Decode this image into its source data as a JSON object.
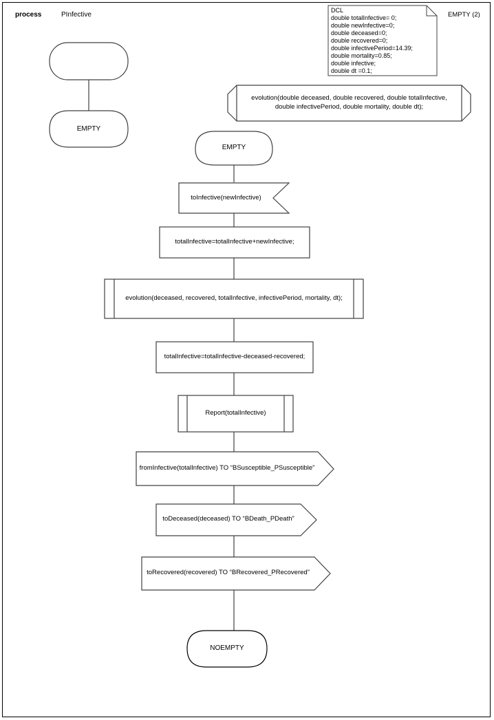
{
  "header": {
    "keyword": "process",
    "process_name": "PInfective"
  },
  "dcl": {
    "title": "DCL",
    "lines": [
      "double totalInfective= 0;",
      "double newInfective=0;",
      "double deceased=0;",
      "double recovered=0;",
      "double infectivePeriod=14.39;",
      "double mortality=0.85;",
      "double infective;",
      "double dt =0.1;"
    ]
  },
  "page_ref": {
    "label": "EMPTY (2)"
  },
  "procedure_decl": {
    "line1": "evolution(double deceased, double recovered, double totalInfective,",
    "line2": "double infectivePeriod, double mortality, double dt);"
  },
  "left_branch": {
    "start_label": "",
    "state_label": "EMPTY"
  },
  "flow": {
    "state_empty": "EMPTY",
    "input_signal": "toInfective(newInfective)",
    "task_1": "totalInfective=totalInfective+newInfective;",
    "procedure_call_1": "evolution(deceased, recovered, totalInfective, infectivePeriod, mortality, dt);",
    "task_2": "totalInfective=totalInfective-deceased-recovered;",
    "procedure_call_2": "Report(totalInfective)",
    "output_1": "fromInfective(totalInfective) TO “BSusceptible_PSusceptible”",
    "output_2": "toDeceased(deceased) TO “BDeath_PDeath”",
    "output_3": "toRecovered(recovered) TO “BRecovered_PRecovered”",
    "state_noempty": "NOEMPTY"
  },
  "colors": {
    "stroke": "#404040",
    "stroke_dark": "#000000",
    "fill": "#ffffff",
    "text": "#000000"
  }
}
